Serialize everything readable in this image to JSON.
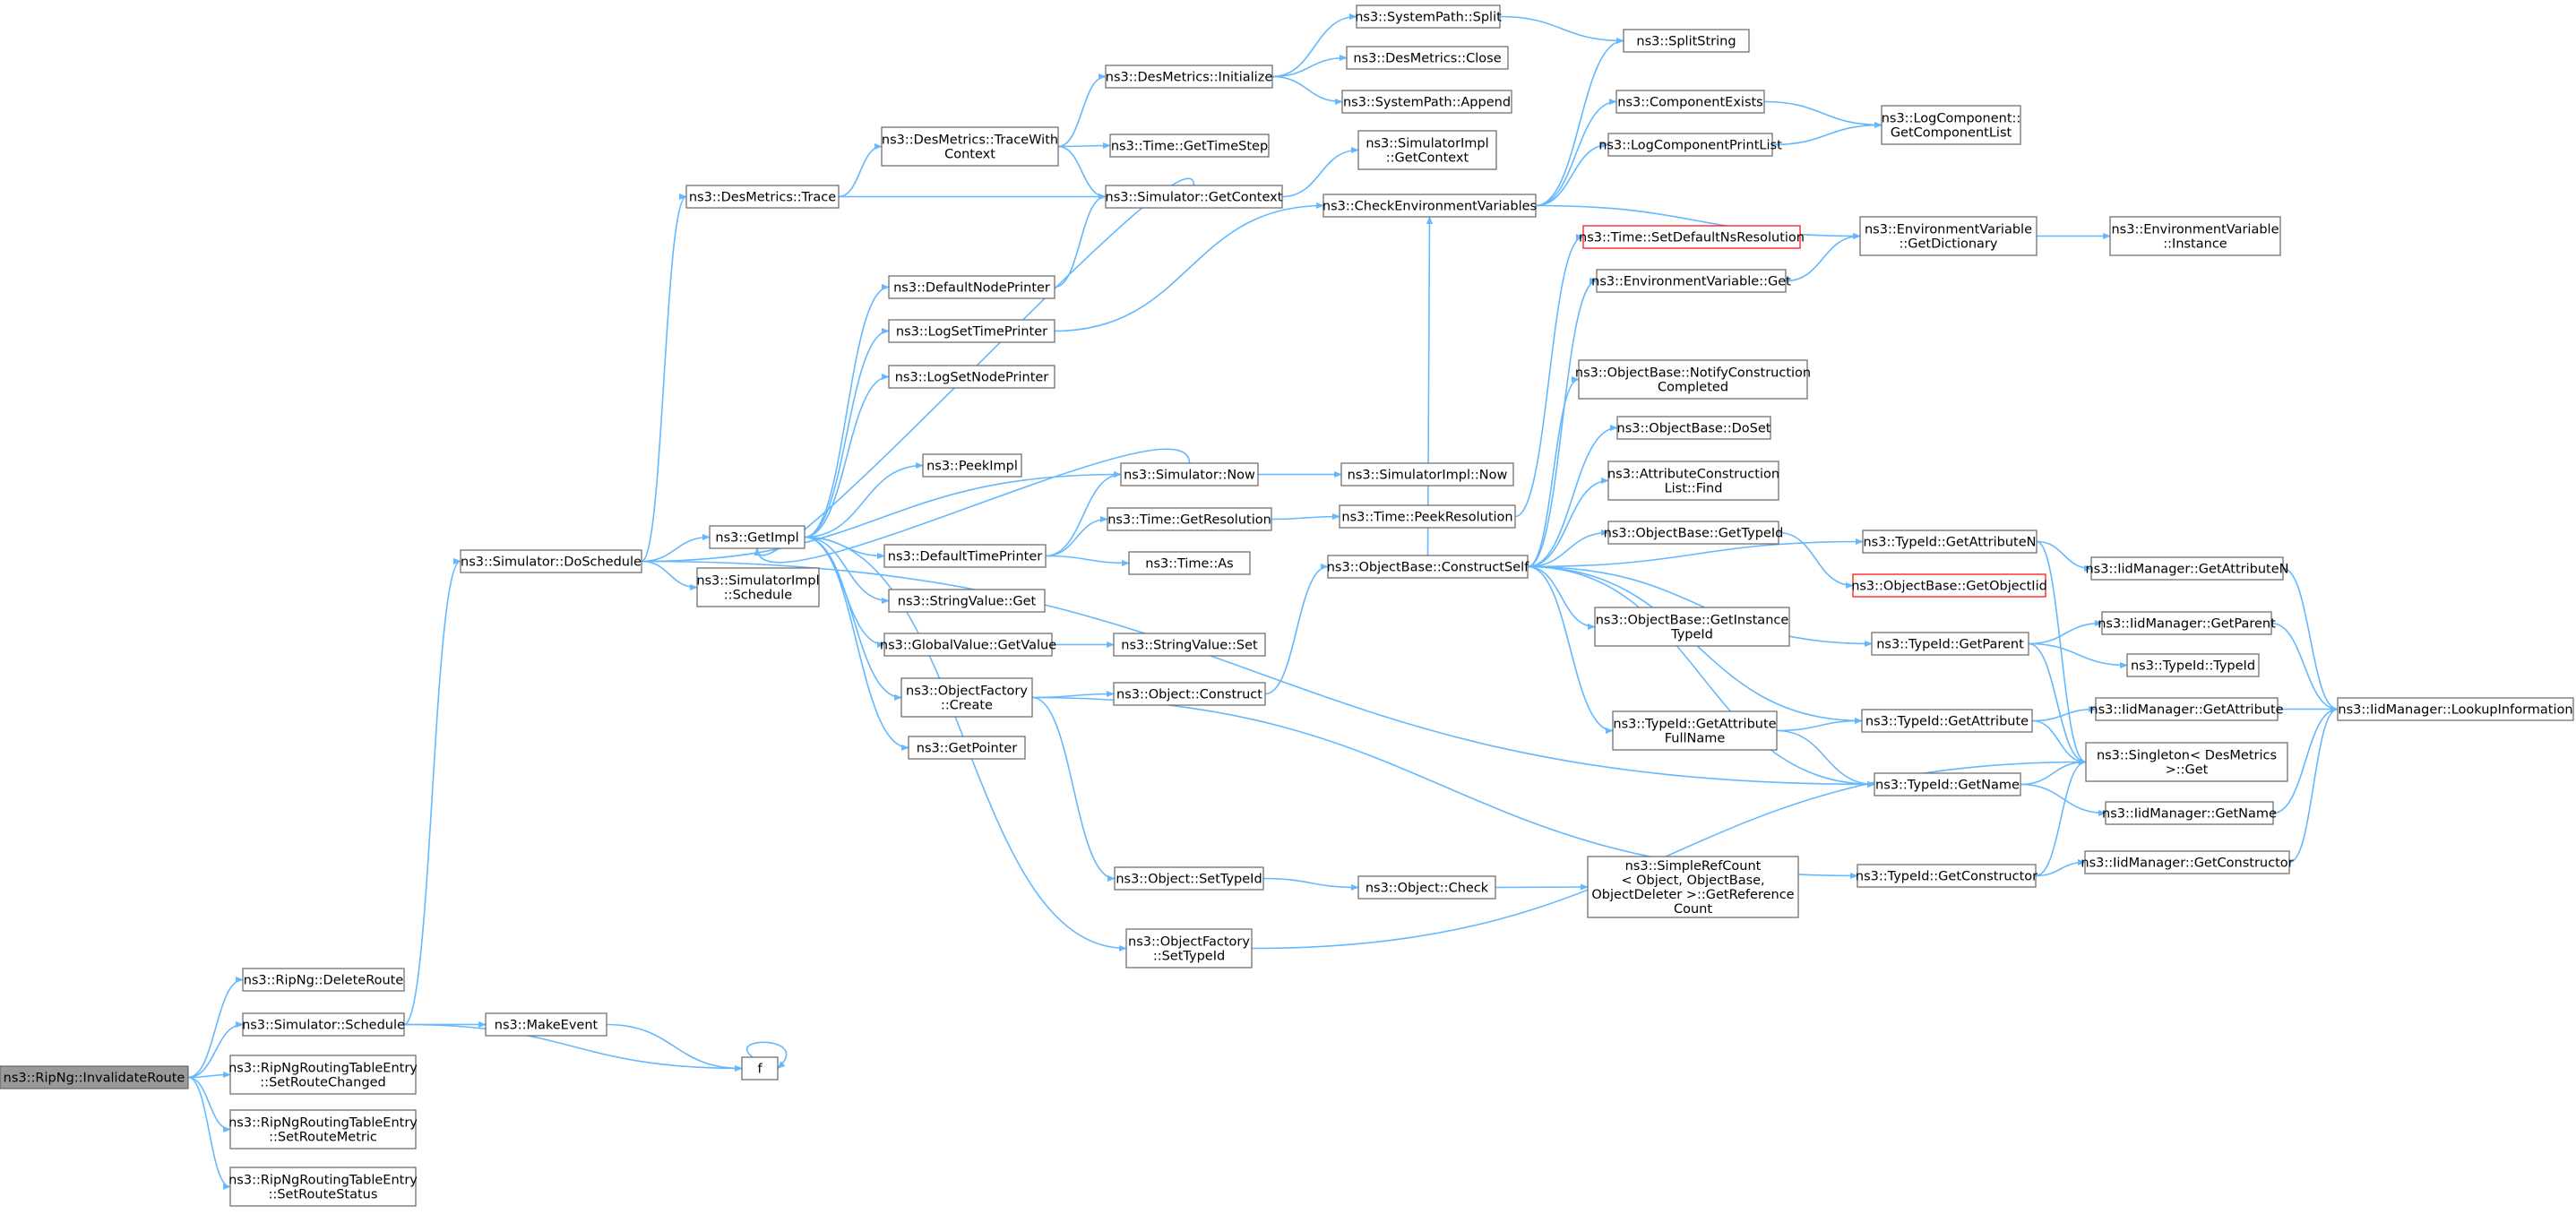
{
  "colors": {
    "edge": "#63b8ff",
    "node_border": "#666666",
    "node_fill": "#ffffff",
    "root_fill": "#999999",
    "root_border": "#666666",
    "highlight_border": "#ff0000",
    "text": "#000000"
  },
  "nodes": [
    {
      "id": "invalidate",
      "lines": [
        "ns3::RipNg::InvalidateRoute"
      ],
      "style": "root"
    },
    {
      "id": "deleteRoute",
      "lines": [
        "ns3::RipNg::DeleteRoute"
      ]
    },
    {
      "id": "schedule",
      "lines": [
        "ns3::Simulator::Schedule"
      ]
    },
    {
      "id": "setRouteChanged",
      "lines": [
        "ns3::RipNgRoutingTableEntry",
        "::SetRouteChanged"
      ]
    },
    {
      "id": "setRouteMetric",
      "lines": [
        "ns3::RipNgRoutingTableEntry",
        "::SetRouteMetric"
      ]
    },
    {
      "id": "setRouteStatus",
      "lines": [
        "ns3::RipNgRoutingTableEntry",
        "::SetRouteStatus"
      ]
    },
    {
      "id": "makeEvent",
      "lines": [
        "ns3::MakeEvent"
      ]
    },
    {
      "id": "f",
      "lines": [
        "f"
      ]
    },
    {
      "id": "doSchedule",
      "lines": [
        "ns3::Simulator::DoSchedule"
      ]
    },
    {
      "id": "desTrace",
      "lines": [
        "ns3::DesMetrics::Trace"
      ]
    },
    {
      "id": "getImpl",
      "lines": [
        "ns3::GetImpl"
      ]
    },
    {
      "id": "simImplSchedule",
      "lines": [
        "ns3::SimulatorImpl",
        "::Schedule"
      ]
    },
    {
      "id": "traceWithContext",
      "lines": [
        "ns3::DesMetrics::TraceWith",
        "Context"
      ]
    },
    {
      "id": "simGetContext",
      "lines": [
        "ns3::Simulator::GetContext"
      ]
    },
    {
      "id": "desInit",
      "lines": [
        "ns3::DesMetrics::Initialize"
      ]
    },
    {
      "id": "getTimeStep",
      "lines": [
        "ns3::Time::GetTimeStep"
      ]
    },
    {
      "id": "sysSplit",
      "lines": [
        "ns3::SystemPath::Split"
      ]
    },
    {
      "id": "desClose",
      "lines": [
        "ns3::DesMetrics::Close"
      ]
    },
    {
      "id": "sysAppend",
      "lines": [
        "ns3::SystemPath::Append"
      ]
    },
    {
      "id": "splitString",
      "lines": [
        "ns3::SplitString"
      ]
    },
    {
      "id": "simImplGetContext",
      "lines": [
        "ns3::SimulatorImpl",
        "::GetContext"
      ]
    },
    {
      "id": "checkEnv",
      "lines": [
        "ns3::CheckEnvironmentVariables"
      ]
    },
    {
      "id": "compExists",
      "lines": [
        "ns3::ComponentExists"
      ]
    },
    {
      "id": "logCompPrint",
      "lines": [
        "ns3::LogComponentPrintList"
      ]
    },
    {
      "id": "logCompGet",
      "lines": [
        "ns3::LogComponent::",
        "GetComponentList"
      ]
    },
    {
      "id": "envGetDict",
      "lines": [
        "ns3::EnvironmentVariable",
        "::GetDictionary"
      ]
    },
    {
      "id": "envInstance",
      "lines": [
        "ns3::EnvironmentVariable",
        "::Instance"
      ]
    },
    {
      "id": "defNodePrinter",
      "lines": [
        "ns3::DefaultNodePrinter"
      ]
    },
    {
      "id": "logSetTimePrinter",
      "lines": [
        "ns3::LogSetTimePrinter"
      ]
    },
    {
      "id": "logSetNodePrinter",
      "lines": [
        "ns3::LogSetNodePrinter"
      ]
    },
    {
      "id": "peekImpl",
      "lines": [
        "ns3::PeekImpl"
      ]
    },
    {
      "id": "simNow",
      "lines": [
        "ns3::Simulator::Now"
      ]
    },
    {
      "id": "simImplNow",
      "lines": [
        "ns3::SimulatorImpl::Now"
      ]
    },
    {
      "id": "defTimePrinter",
      "lines": [
        "ns3::DefaultTimePrinter"
      ]
    },
    {
      "id": "timeGetRes",
      "lines": [
        "ns3::Time::GetResolution"
      ]
    },
    {
      "id": "timePeekRes",
      "lines": [
        "ns3::Time::PeekResolution"
      ]
    },
    {
      "id": "timeAs",
      "lines": [
        "ns3::Time::As"
      ]
    },
    {
      "id": "strValGet",
      "lines": [
        "ns3::StringValue::Get"
      ]
    },
    {
      "id": "globalValGet",
      "lines": [
        "ns3::GlobalValue::GetValue"
      ]
    },
    {
      "id": "strValSet",
      "lines": [
        "ns3::StringValue::Set"
      ]
    },
    {
      "id": "objFactCreate",
      "lines": [
        "ns3::ObjectFactory",
        "::Create"
      ]
    },
    {
      "id": "objConstruct",
      "lines": [
        "ns3::Object::Construct"
      ]
    },
    {
      "id": "getPointer",
      "lines": [
        "ns3::GetPointer"
      ]
    },
    {
      "id": "objSetTypeId",
      "lines": [
        "ns3::Object::SetTypeId"
      ]
    },
    {
      "id": "objCheck",
      "lines": [
        "ns3::Object::Check"
      ]
    },
    {
      "id": "simpleRefCount",
      "lines": [
        "ns3::SimpleRefCount",
        "< Object, ObjectBase,",
        "ObjectDeleter >::GetReference",
        "Count"
      ]
    },
    {
      "id": "objFactSetTypeId",
      "lines": [
        "ns3::ObjectFactory",
        "::SetTypeId"
      ]
    },
    {
      "id": "constructSelf",
      "lines": [
        "ns3::ObjectBase::ConstructSelf"
      ]
    },
    {
      "id": "setDefaultNsRes",
      "lines": [
        "ns3::Time::SetDefaultNsResolution"
      ],
      "style": "highlight"
    },
    {
      "id": "envGet",
      "lines": [
        "ns3::EnvironmentVariable::Get"
      ]
    },
    {
      "id": "notifyConstruction",
      "lines": [
        "ns3::ObjectBase::NotifyConstruction",
        "Completed"
      ]
    },
    {
      "id": "objBaseDoSet",
      "lines": [
        "ns3::ObjectBase::DoSet"
      ]
    },
    {
      "id": "attrConstrFind",
      "lines": [
        "ns3::AttributeConstruction",
        "List::Find"
      ]
    },
    {
      "id": "objBaseGetTypeId",
      "lines": [
        "ns3::ObjectBase::GetTypeId"
      ]
    },
    {
      "id": "objBaseGetInstTypeId",
      "lines": [
        "ns3::ObjectBase::GetInstance",
        "TypeId"
      ]
    },
    {
      "id": "typeIdGetAttrFullName",
      "lines": [
        "ns3::TypeId::GetAttribute",
        "FullName"
      ]
    },
    {
      "id": "typeIdGetAttrN",
      "lines": [
        "ns3::TypeId::GetAttributeN"
      ]
    },
    {
      "id": "objBaseGetObjectIid",
      "lines": [
        "ns3::ObjectBase::GetObjectIid"
      ],
      "style": "highlight"
    },
    {
      "id": "typeIdGetParent",
      "lines": [
        "ns3::TypeId::GetParent"
      ]
    },
    {
      "id": "typeIdGetAttr",
      "lines": [
        "ns3::TypeId::GetAttribute"
      ]
    },
    {
      "id": "typeIdGetName",
      "lines": [
        "ns3::TypeId::GetName"
      ]
    },
    {
      "id": "typeIdGetConstructor",
      "lines": [
        "ns3::TypeId::GetConstructor"
      ]
    },
    {
      "id": "iidGetAttrN",
      "lines": [
        "ns3::IidManager::GetAttributeN"
      ]
    },
    {
      "id": "iidGetParent",
      "lines": [
        "ns3::IidManager::GetParent"
      ]
    },
    {
      "id": "typeIdTypeId",
      "lines": [
        "ns3::TypeId::TypeId"
      ]
    },
    {
      "id": "iidGetAttr",
      "lines": [
        "ns3::IidManager::GetAttribute"
      ]
    },
    {
      "id": "singletonGet",
      "lines": [
        "ns3::Singleton< DesMetrics",
        " >::Get"
      ]
    },
    {
      "id": "iidGetName",
      "lines": [
        "ns3::IidManager::GetName"
      ]
    },
    {
      "id": "iidGetConstructor",
      "lines": [
        "ns3::IidManager::GetConstructor"
      ]
    },
    {
      "id": "iidLookup",
      "lines": [
        "ns3::IidManager::LookupInformation"
      ]
    }
  ]
}
